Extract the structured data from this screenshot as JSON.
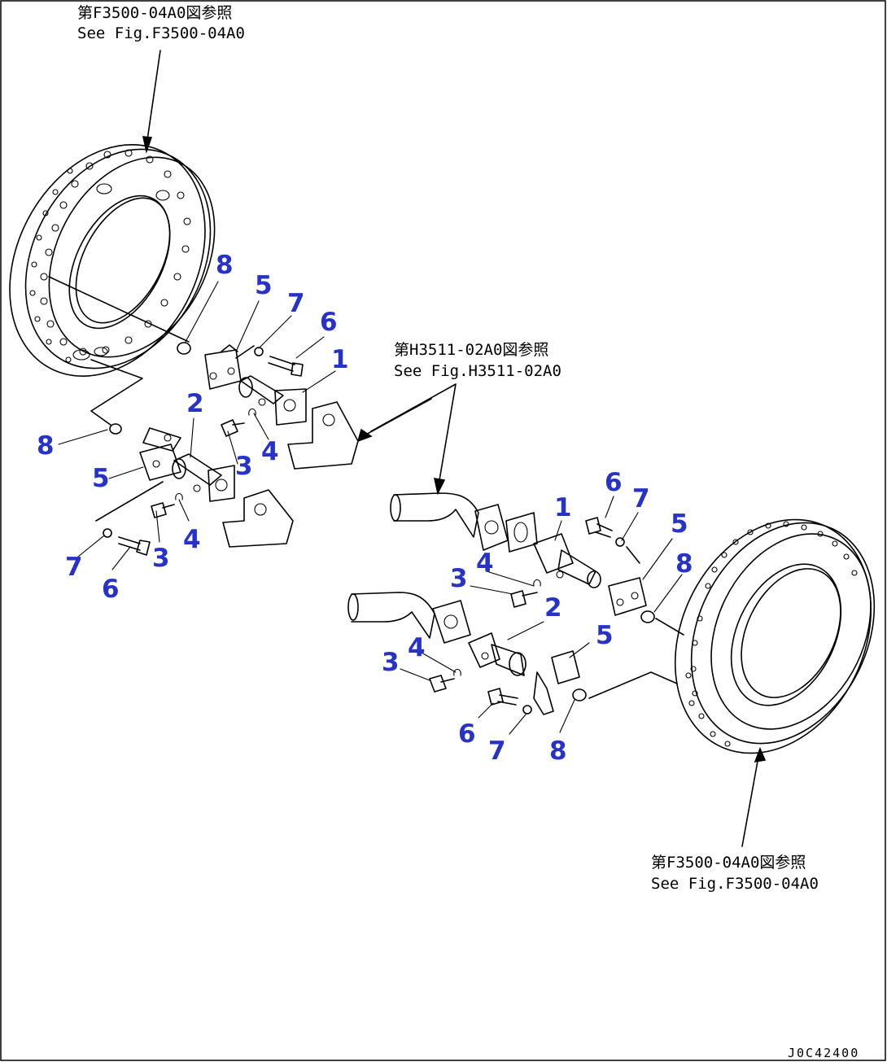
{
  "references": {
    "top_left": {
      "jp": "第F3500-04A0図参照",
      "en": "See Fig.F3500-04A0"
    },
    "middle": {
      "jp": "第H3511-02A0図参照",
      "en": "See Fig.H3511-02A0"
    },
    "bottom_right": {
      "jp": "第F3500-04A0図参照",
      "en": "See Fig.F3500-04A0"
    }
  },
  "drawing_code": "J0C42400",
  "callouts": {
    "c1": "8",
    "c2": "5",
    "c3": "7",
    "c4": "6",
    "c5": "1",
    "c6": "2",
    "c7": "3",
    "c8": "4",
    "c9": "8",
    "c10": "5",
    "c11": "3",
    "c12": "4",
    "c13": "7",
    "c14": "6",
    "c15": "6",
    "c16": "7",
    "c17": "1",
    "c18": "5",
    "c19": "8",
    "c20": "4",
    "c21": "3",
    "c22": "2",
    "c23": "4",
    "c24": "5",
    "c25": "3",
    "c26": "6",
    "c27": "7",
    "c28": "8"
  },
  "colors": {
    "callout": "#2733c8",
    "line": "#000000",
    "background": "#ffffff"
  }
}
